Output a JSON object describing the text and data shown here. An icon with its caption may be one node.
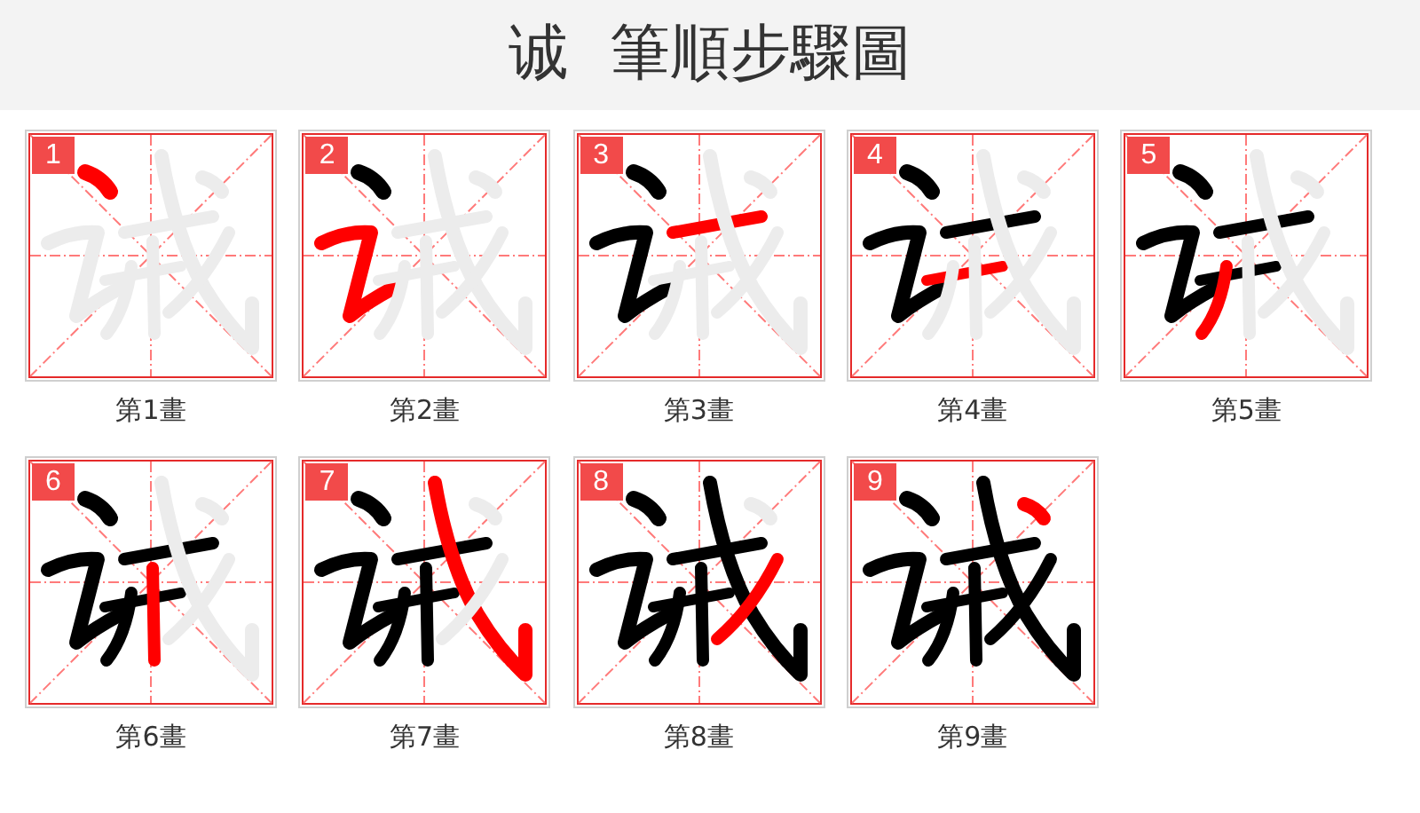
{
  "diagram": {
    "title": "诚 筆順步驟圖",
    "nodes": [
      {
        "text": [
          "1"
        ],
        "beside": [
          "第1畫"
        ]
      },
      {
        "text": [
          "2"
        ],
        "beside": [
          "第2畫"
        ]
      },
      {
        "text": [
          "3"
        ],
        "beside": [
          "第3畫"
        ]
      },
      {
        "text": [
          "4"
        ],
        "beside": [
          "第4畫"
        ]
      },
      {
        "text": [
          "5"
        ],
        "beside": [
          "第5畫"
        ]
      },
      {
        "text": [
          "6"
        ],
        "beside": [
          "第6畫"
        ]
      },
      {
        "text": [
          "7"
        ],
        "beside": [
          "第7畫"
        ]
      },
      {
        "text": [
          "8"
        ],
        "beside": [
          "第8畫"
        ]
      },
      {
        "text": [
          "9"
        ],
        "beside": [
          "第9畫"
        ]
      }
    ]
  }
}
